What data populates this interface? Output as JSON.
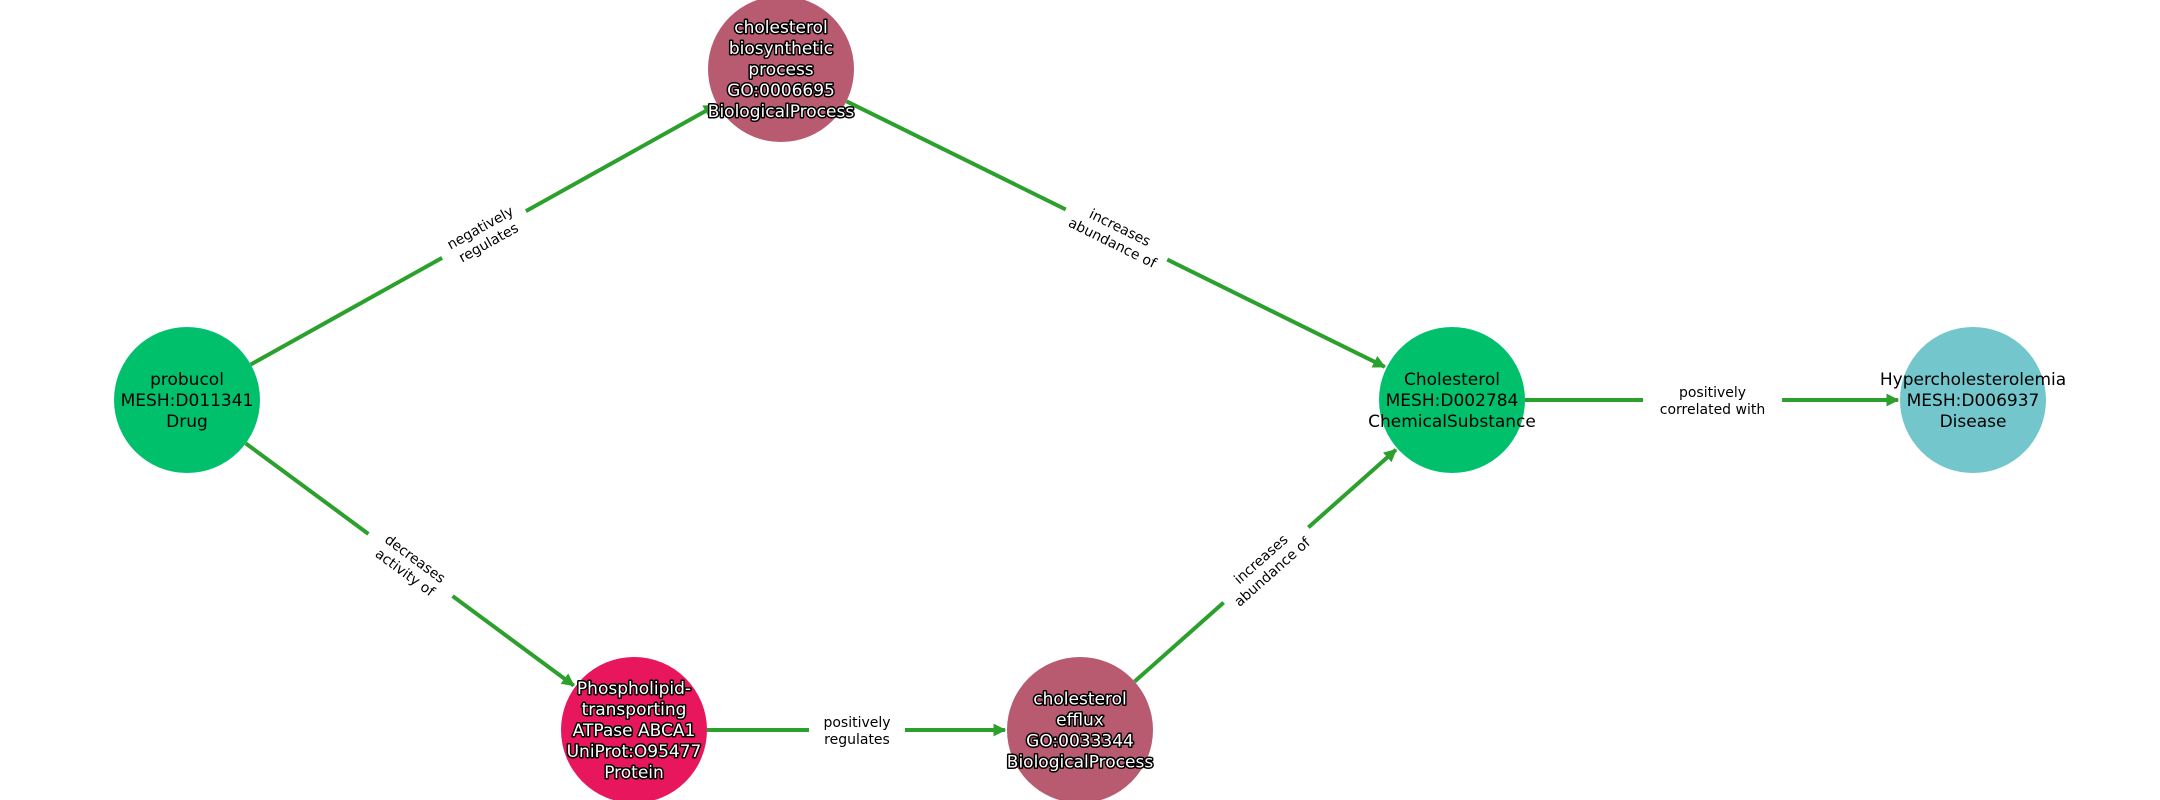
{
  "colors": {
    "edge": "#2ca02c",
    "Drug": "#00c06c",
    "ChemicalSubstance": "#00c06c",
    "Disease": "#72c6cc",
    "BiologicalProcess": "#b85a70",
    "Protein": "#e8175d"
  },
  "nodes": [
    {
      "id": "probucol",
      "lines": [
        "probucol",
        "MESH:D011341",
        "Drug"
      ],
      "type": "Drug",
      "halo": false
    },
    {
      "id": "bioproc",
      "lines": [
        "cholesterol",
        "biosynthetic",
        "process",
        "GO:0006695",
        "BiologicalProcess"
      ],
      "type": "BiologicalProcess",
      "halo": true
    },
    {
      "id": "cholesterol",
      "lines": [
        "Cholesterol",
        "MESH:D002784",
        "ChemicalSubstance"
      ],
      "type": "ChemicalSubstance",
      "halo": false
    },
    {
      "id": "hyper",
      "lines": [
        "Hypercholesterolemia",
        "MESH:D006937",
        "Disease"
      ],
      "type": "Disease",
      "halo": false
    },
    {
      "id": "abca1",
      "lines": [
        "Phospholipid-",
        "transporting",
        "ATPase ABCA1",
        "UniProt:O95477",
        "Protein"
      ],
      "type": "Protein",
      "halo": true
    },
    {
      "id": "efflux",
      "lines": [
        "cholesterol",
        "efflux",
        "GO:0033344",
        "BiologicalProcess"
      ],
      "type": "BiologicalProcess",
      "halo": true
    }
  ],
  "edges": [
    {
      "source": "probucol",
      "target": "bioproc",
      "lines": [
        "negatively",
        "regulates"
      ]
    },
    {
      "source": "bioproc",
      "target": "cholesterol",
      "lines": [
        "increases",
        "abundance of"
      ]
    },
    {
      "source": "cholesterol",
      "target": "hyper",
      "lines": [
        "positively",
        "correlated with"
      ]
    },
    {
      "source": "probucol",
      "target": "abca1",
      "lines": [
        "decreases",
        "activity of"
      ]
    },
    {
      "source": "abca1",
      "target": "efflux",
      "lines": [
        "positively",
        "regulates"
      ]
    },
    {
      "source": "efflux",
      "target": "cholesterol",
      "lines": [
        "increases",
        "abundance of"
      ]
    }
  ]
}
